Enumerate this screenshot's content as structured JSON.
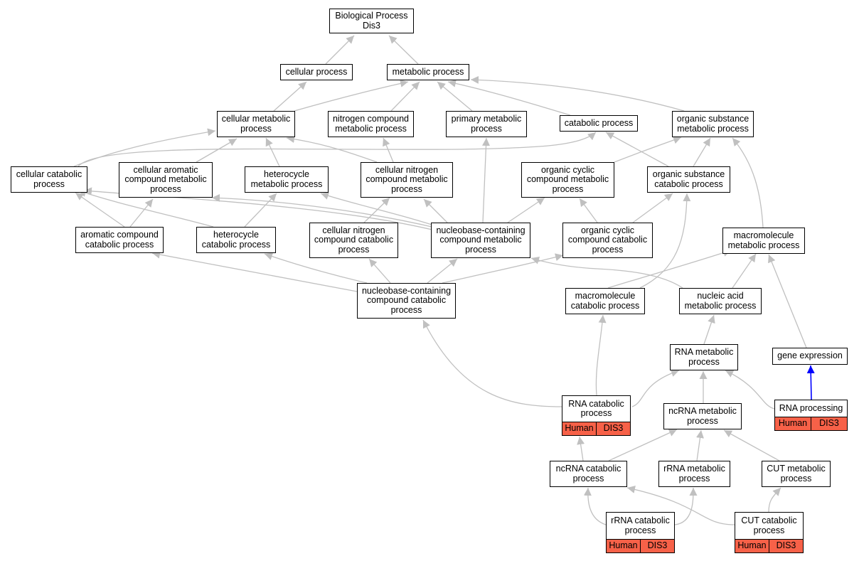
{
  "colors": {
    "edge": "#c0c0c0",
    "highlight_edge": "#0000ff",
    "annotation_fill": "#f76148",
    "node_border": "#000000"
  },
  "nodes": {
    "biological_process": {
      "label": "Biological Process\nDis3"
    },
    "cellular_process": {
      "label": "cellular process"
    },
    "metabolic_process": {
      "label": "metabolic process"
    },
    "cellular_metabolic_process": {
      "label": "cellular metabolic\nprocess"
    },
    "nitrogen_compound_metabolic_process": {
      "label": "nitrogen compound\nmetabolic process"
    },
    "primary_metabolic_process": {
      "label": "primary metabolic\nprocess"
    },
    "catabolic_process": {
      "label": "catabolic process"
    },
    "organic_substance_metabolic_process": {
      "label": "organic substance\nmetabolic process"
    },
    "cellular_catabolic_process": {
      "label": "cellular catabolic\nprocess"
    },
    "cellular_aromatic_compound_metabolic_process": {
      "label": "cellular aromatic\ncompound metabolic\nprocess"
    },
    "heterocycle_metabolic_process": {
      "label": "heterocycle\nmetabolic process"
    },
    "cellular_nitrogen_compound_metabolic_process": {
      "label": "cellular nitrogen\ncompound metabolic\nprocess"
    },
    "organic_cyclic_compound_metabolic_process": {
      "label": "organic cyclic\ncompound metabolic\nprocess"
    },
    "organic_substance_catabolic_process": {
      "label": "organic substance\ncatabolic process"
    },
    "aromatic_compound_catabolic_process": {
      "label": "aromatic compound\ncatabolic process"
    },
    "heterocycle_catabolic_process": {
      "label": "heterocycle\ncatabolic process"
    },
    "cellular_nitrogen_compound_catabolic_process": {
      "label": "cellular nitrogen\ncompound catabolic\nprocess"
    },
    "nucleobase_containing_compound_metabolic_process": {
      "label": "nucleobase-containing\ncompound metabolic\nprocess"
    },
    "organic_cyclic_compound_catabolic_process": {
      "label": "organic cyclic\ncompound catabolic\nprocess"
    },
    "macromolecule_metabolic_process": {
      "label": "macromolecule\nmetabolic process"
    },
    "nucleobase_containing_compound_catabolic_process": {
      "label": "nucleobase-containing\ncompound catabolic\nprocess"
    },
    "macromolecule_catabolic_process": {
      "label": "macromolecule\ncatabolic process"
    },
    "nucleic_acid_metabolic_process": {
      "label": "nucleic acid\nmetabolic process"
    },
    "rna_metabolic_process": {
      "label": "RNA metabolic\nprocess"
    },
    "gene_expression": {
      "label": "gene expression"
    },
    "rna_catabolic_process": {
      "label": "RNA catabolic\nprocess",
      "annotation": [
        "Human",
        "DIS3"
      ]
    },
    "ncrna_metabolic_process": {
      "label": "ncRNA metabolic\nprocess"
    },
    "rna_processing": {
      "label": "RNA processing",
      "annotation": [
        "Human",
        "DIS3"
      ]
    },
    "ncrna_catabolic_process": {
      "label": "ncRNA catabolic\nprocess"
    },
    "rrna_metabolic_process": {
      "label": "rRNA metabolic\nprocess"
    },
    "cut_metabolic_process": {
      "label": "CUT metabolic\nprocess"
    },
    "rrna_catabolic_process": {
      "label": "rRNA catabolic\nprocess",
      "annotation": [
        "Human",
        "DIS3"
      ]
    },
    "cut_catabolic_process": {
      "label": "CUT catabolic\nprocess",
      "annotation": [
        "Human",
        "DIS3"
      ]
    }
  }
}
